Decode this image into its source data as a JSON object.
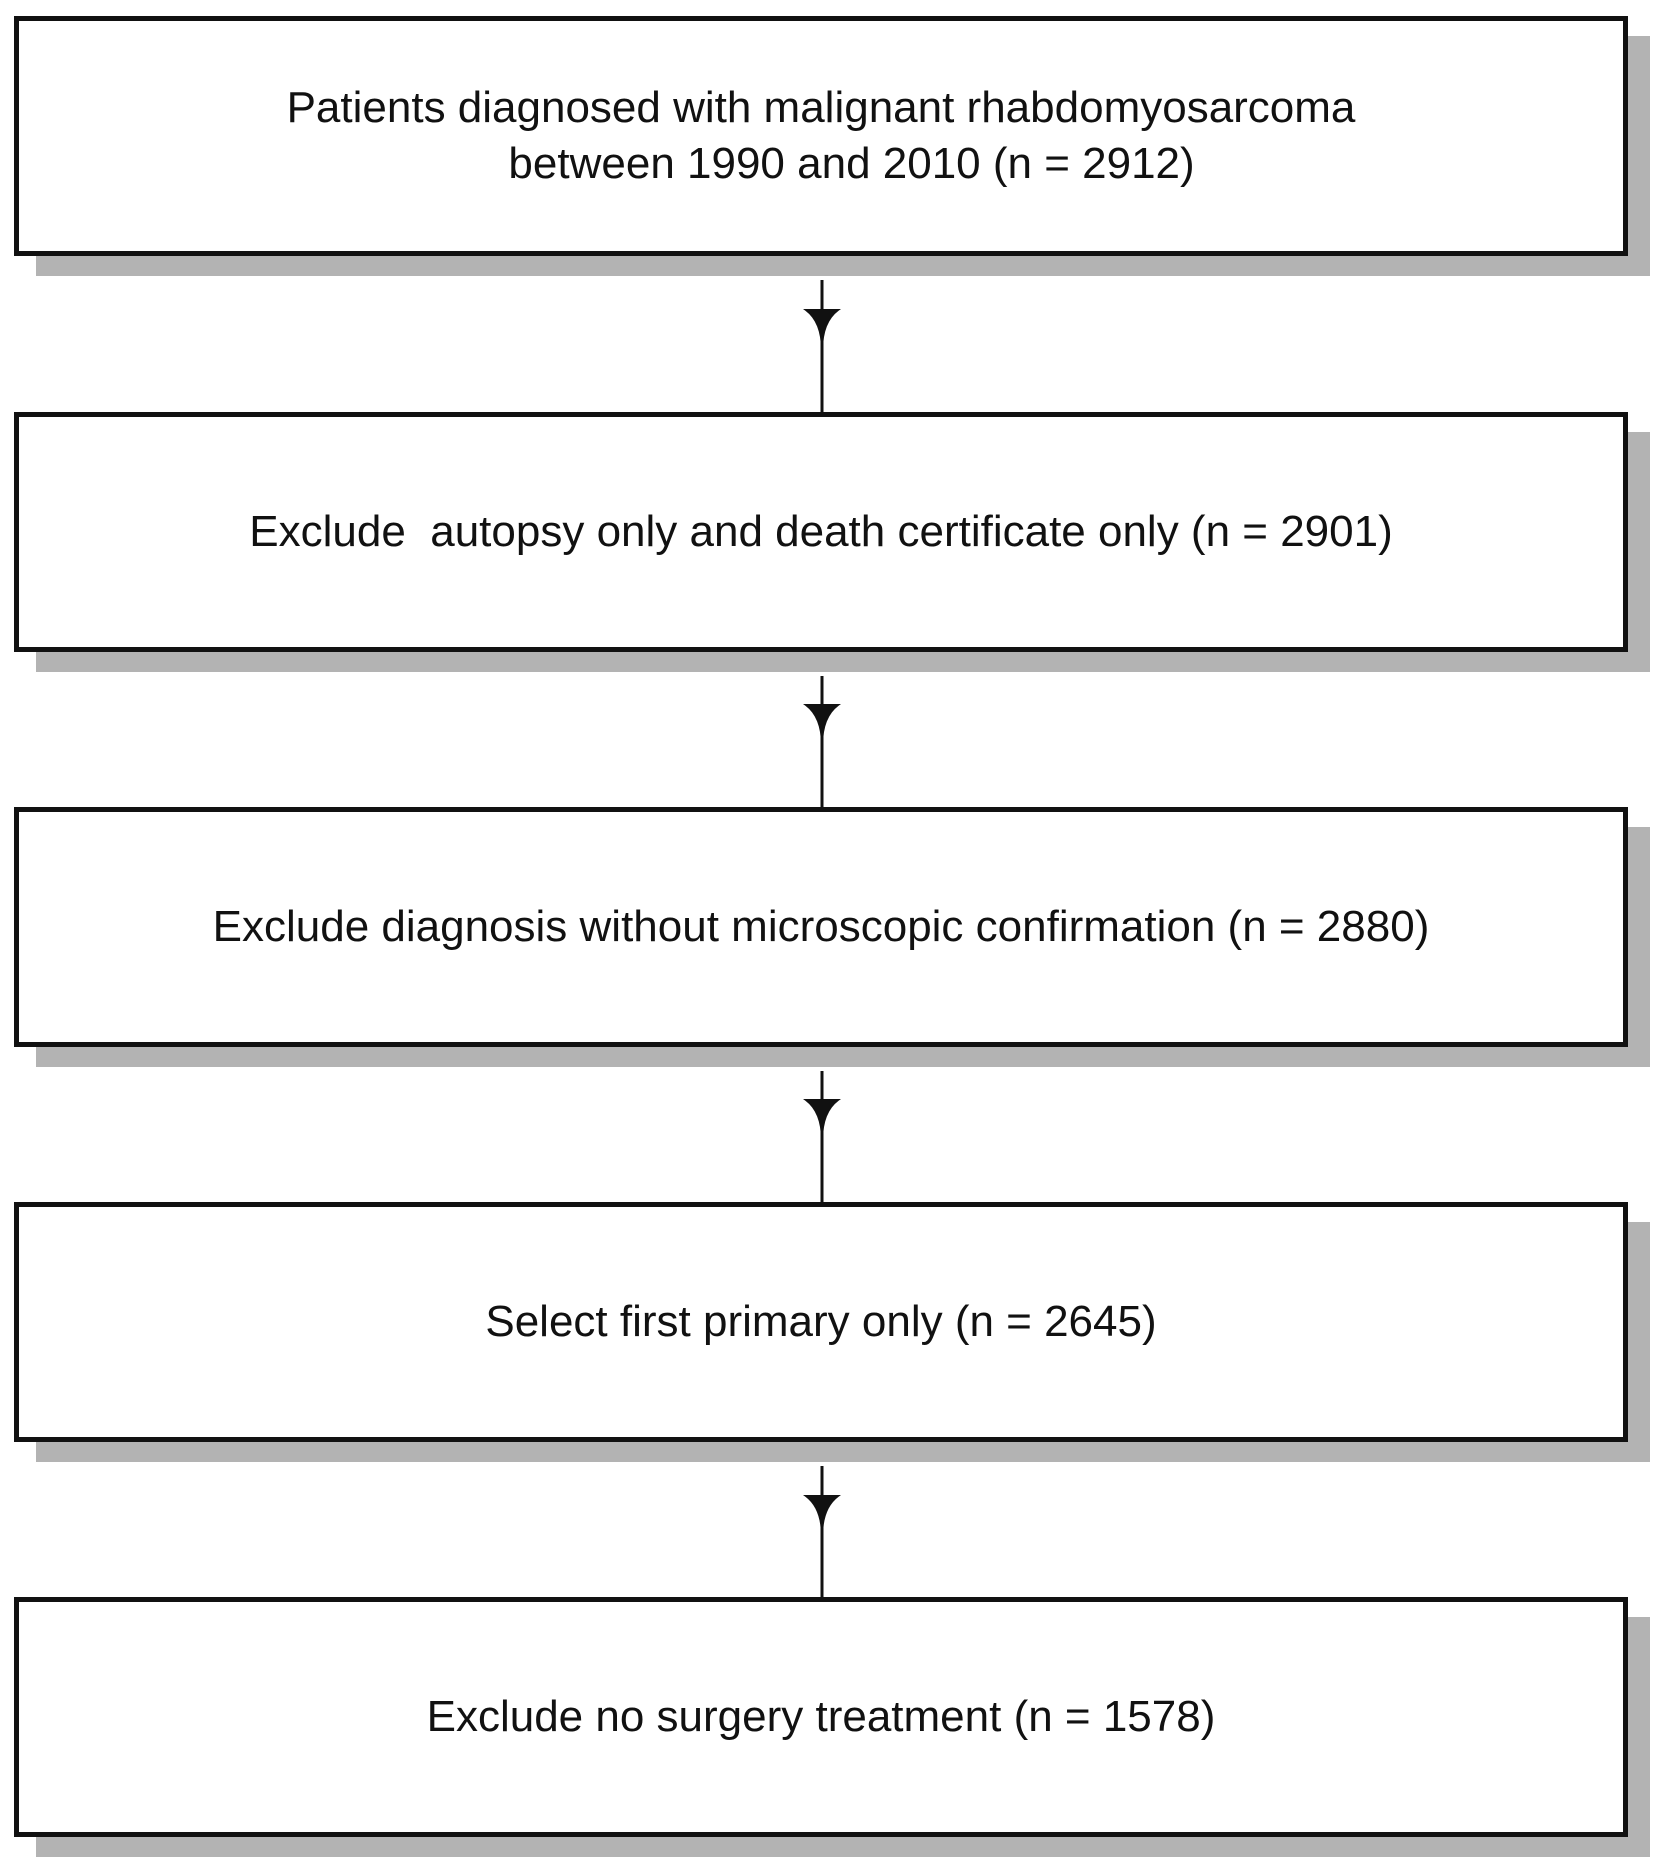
{
  "flowchart": {
    "steps": [
      {
        "lines": [
          "Patients diagnosed with malignant rhabdomyosarcoma",
          "     between 1990 and 2010 (n = 2912)"
        ]
      },
      {
        "lines": [
          "Exclude  autopsy only and death certificate only (n = 2901)"
        ]
      },
      {
        "lines": [
          "Exclude diagnosis without microscopic confirmation (n = 2880)"
        ]
      },
      {
        "lines": [
          "Select first primary only (n = 2645)"
        ]
      },
      {
        "lines": [
          "Exclude no surgery treatment (n = 1578)"
        ]
      }
    ],
    "colors": {
      "border": "#111111",
      "shadow": "#b3b3b3",
      "arrow": "#111111",
      "background": "#ffffff"
    }
  }
}
